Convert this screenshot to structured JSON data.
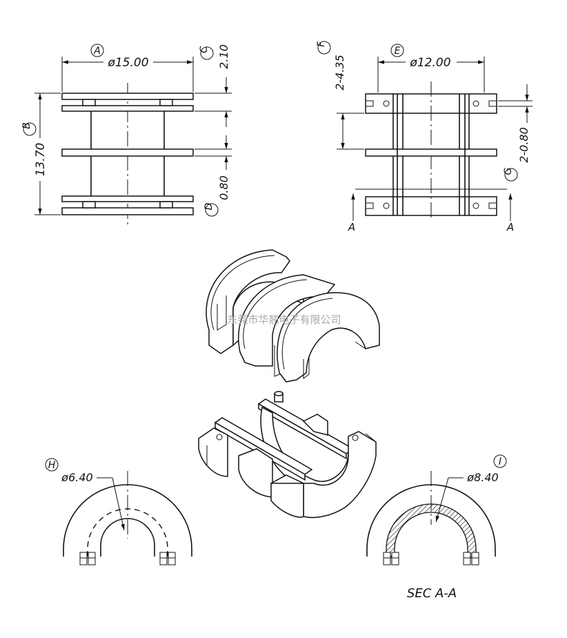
{
  "dimensions": {
    "A": {
      "letter": "A",
      "value": "ø15.00"
    },
    "B": {
      "letter": "B",
      "value": "13.70"
    },
    "C": {
      "letter": "C",
      "value": "2.10"
    },
    "D": {
      "letter": "D",
      "value": "0.80"
    },
    "E": {
      "letter": "E",
      "value": "ø12.00"
    },
    "F": {
      "letter": "F",
      "value": "2-4.35"
    },
    "G": {
      "letter": "G",
      "value": "2-0.80"
    },
    "H": {
      "letter": "H",
      "value": "ø6.40"
    },
    "I": {
      "letter": "I",
      "value": "ø8.40"
    }
  },
  "section_marks": {
    "left": "A",
    "right": "A"
  },
  "section_caption": "SEC A-A",
  "watermark": "东莞市华翘电子有限公司"
}
